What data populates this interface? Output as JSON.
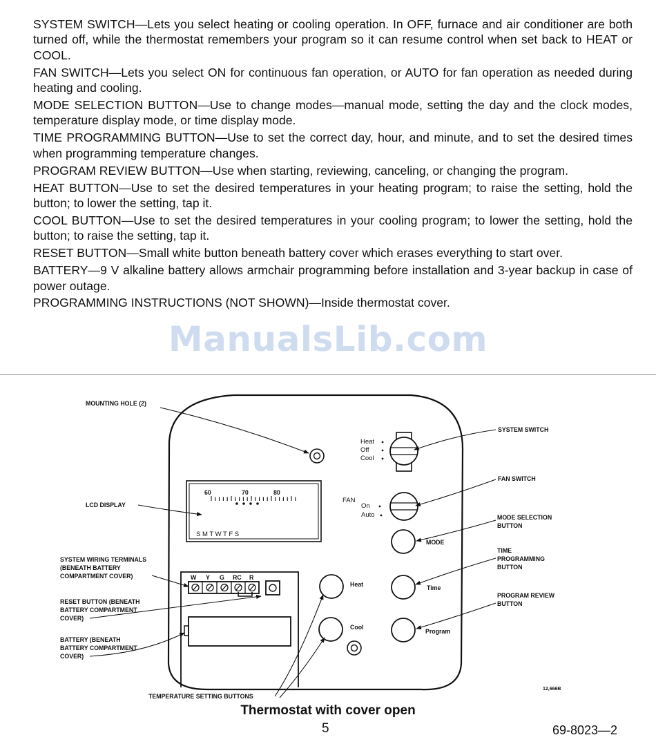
{
  "paragraphs": [
    "SYSTEM SWITCH—Lets you select heating or cooling operation. In OFF, furnace and air conditioner are both turned off, while the thermostat remembers your program so it can resume control when set back to HEAT or COOL.",
    "FAN SWITCH—Lets you select ON for continuous fan operation, or AUTO for fan operation as needed during heating and cooling.",
    "MODE SELECTION BUTTON—Use to change modes—manual mode, setting the day and the clock modes, temperature display mode, or time display mode.",
    "TIME PROGRAMMING BUTTON—Use to set the correct day, hour, and minute, and to set the desired times when programming temperature changes.",
    "PROGRAM REVIEW BUTTON—Use when starting, reviewing, canceling, or changing the program.",
    "HEAT BUTTON—Use to set the desired temperatures in your heating program; to raise the setting, hold the button; to lower the setting, tap it.",
    "COOL BUTTON—Use to set the desired temperatures in your cooling program; to lower the setting, hold the button; to raise the setting, tap it.",
    "RESET BUTTON—Small white button beneath battery cover which erases everything to start over.",
    "BATTERY—9 V alkaline battery allows armchair programming before installation and 3-year backup in case of power outage.",
    "PROGRAMMING INSTRUCTIONS (NOT SHOWN)—Inside thermostat cover."
  ],
  "watermark": "ManualsLib.com",
  "diagram": {
    "callouts": {
      "mounting_hole": "MOUNTING HOLE (2)",
      "lcd_display": "LCD DISPLAY",
      "wiring_1": "SYSTEM WIRING TERMINALS",
      "wiring_2": "(BENEATH BATTERY",
      "wiring_3": "COMPARTMENT COVER)",
      "reset_1": "RESET BUTTON (BENEATH",
      "reset_2": "BATTERY COMPARTMENT",
      "reset_3": "COVER)",
      "battery_1": "BATTERY (BENEATH",
      "battery_2": "BATTERY COMPARTMENT",
      "battery_3": "COVER)",
      "temp_buttons": "TEMPERATURE SETTING BUTTONS",
      "system_switch": "SYSTEM SWITCH",
      "fan_switch": "FAN SWITCH",
      "mode_1": "MODE SELECTION",
      "mode_2": "BUTTON",
      "time_1": "TIME",
      "time_2": "PROGRAMMING",
      "time_3": "BUTTON",
      "review_1": "PROGRAM REVIEW",
      "review_2": "BUTTON",
      "fig_code": "12,666B"
    },
    "device": {
      "lcd_numbers": [
        "60",
        "70",
        "80"
      ],
      "lcd_days": "S M T W T F S",
      "system_positions": [
        "Heat",
        "Off",
        "Cool"
      ],
      "fan_label": "FAN",
      "fan_positions": [
        "On",
        "Auto"
      ],
      "terminals": [
        "W",
        "Y",
        "G",
        "RC",
        "R"
      ],
      "heat": "Heat",
      "cool": "Cool",
      "mode": "MODE",
      "time": "Time",
      "program": "Program"
    }
  },
  "caption": "Thermostat with cover open",
  "page_number": "5",
  "doc_number": "69-8023—2"
}
